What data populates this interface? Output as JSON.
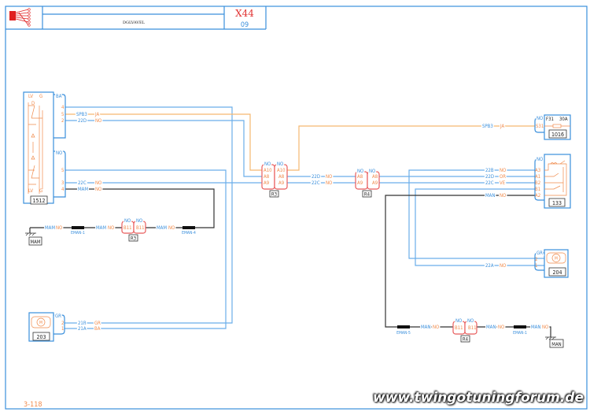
{
  "title_block": {
    "title": "DGLVAVEL",
    "code": "X44",
    "sub_code": "09"
  },
  "page_ref": "3-118",
  "watermark": "www.twingotuningforum.de",
  "colors": {
    "wire_blue": "#6aaeea",
    "wire_orange": "#f5b870",
    "text_orange": "#f08a4b",
    "text_blue": "#3a8fdc",
    "relay_red": "#e85a5a"
  },
  "c1512": {
    "id": "1512",
    "plug_top": "BA",
    "plug_bottom": "NO",
    "pins_top": [
      "4",
      "5",
      "2"
    ],
    "pins_bottom": [
      "5",
      "3",
      "4"
    ],
    "lv": "LV",
    "g": "G",
    "d": "D"
  },
  "wires": {
    "spb3_a": [
      "SPB3",
      "JA"
    ],
    "w22d_a": [
      "22D",
      "NO"
    ],
    "w22c_a": [
      "22C",
      "NO"
    ],
    "mam_a": [
      "MAM",
      "NO"
    ],
    "w22d_b": [
      "22D",
      "NO"
    ],
    "w22c_b": [
      "22C",
      "NO"
    ],
    "spb3_b": [
      "SPB3",
      "JA"
    ],
    "w22b_c": [
      "22B",
      "NO"
    ],
    "w22d_c": [
      "22D",
      "OR"
    ],
    "w22c_c": [
      "22C",
      "VE"
    ],
    "man_c": [
      "MAN",
      "NO"
    ],
    "w22a": [
      "22A",
      "NO"
    ],
    "w21b": [
      "21B",
      "GR"
    ],
    "w21a": [
      "21A",
      "BA"
    ],
    "gnd_l1": [
      "MAM",
      "NO"
    ],
    "gnd_l2": [
      "MAM",
      "NO"
    ],
    "gnd_l3": [
      "MAM",
      "NO"
    ],
    "gnd_r1": [
      "MAN",
      "NO"
    ],
    "gnd_r2": [
      "MAN",
      "NO"
    ],
    "gnd_r3": [
      "MAN",
      "NO"
    ]
  },
  "r3": {
    "id": "R3",
    "plug": "NO",
    "pins_left": [
      "A10",
      "A8",
      "A9"
    ],
    "pins_right": [
      "A10",
      "A8",
      "A9"
    ],
    "b11": "B11"
  },
  "r4": {
    "id": "R4",
    "plug": "NO",
    "pins_left": [
      "A8",
      "A9"
    ],
    "pins_right": [
      "A8",
      "A9"
    ],
    "b11": "B11"
  },
  "c1016": {
    "id": "1016",
    "plug": "NO",
    "pin": "S31",
    "fuse": "F31",
    "rating": "30A"
  },
  "c133": {
    "id": "133",
    "plug": "NO",
    "pins": [
      "A3",
      "A1",
      "B2",
      "B1",
      "A2"
    ]
  },
  "c204": {
    "id": "204",
    "plug": "GR",
    "pins": [
      "2",
      "1"
    ],
    "motor": "M"
  },
  "c203": {
    "id": "203",
    "plug": "GR",
    "pins": [
      "2",
      "1"
    ],
    "motor": "M"
  },
  "splices": {
    "eman1_l": "EMAN-1",
    "eman4": "EMAN-4",
    "eman5": "EMAN-5",
    "eman1_r": "EMAN-1"
  },
  "grounds": {
    "mam": "MAM",
    "man": "MAN"
  }
}
